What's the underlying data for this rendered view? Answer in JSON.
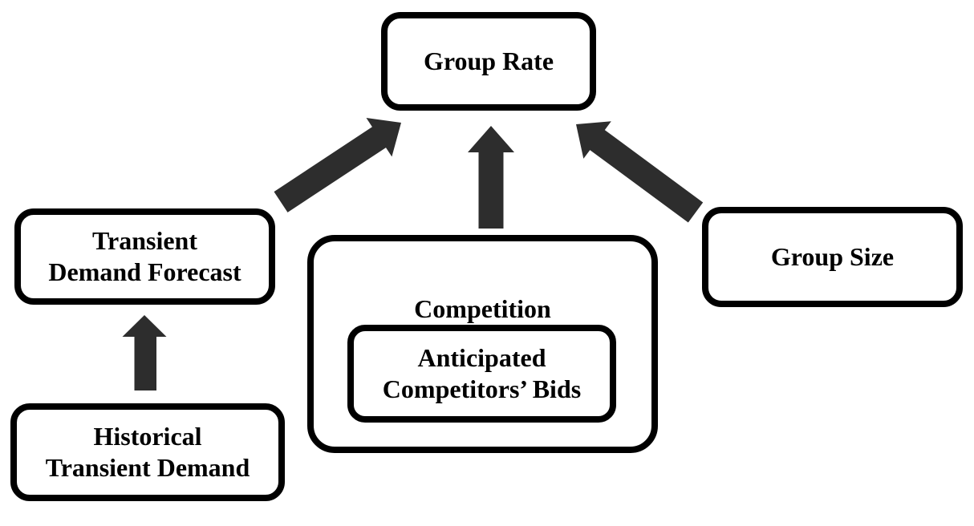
{
  "diagram": {
    "type": "flowchart",
    "background": "#ffffff",
    "nodes": {
      "group_rate": {
        "label": "Group Rate"
      },
      "transient_demand_forecast": {
        "label": "Transient\nDemand Forecast"
      },
      "competition": {
        "label": "Competition"
      },
      "anticipated_competitors_bids": {
        "label": "Anticipated\nCompetitors’ Bids"
      },
      "group_size": {
        "label": "Group Size"
      },
      "historical_transient_demand": {
        "label": "Historical\nTransient Demand"
      }
    },
    "edges": [
      {
        "from": "transient_demand_forecast",
        "to": "group_rate"
      },
      {
        "from": "competition",
        "to": "group_rate"
      },
      {
        "from": "group_size",
        "to": "group_rate"
      },
      {
        "from": "historical_transient_demand",
        "to": "transient_demand_forecast"
      }
    ],
    "containment": [
      {
        "parent": "competition",
        "child": "anticipated_competitors_bids"
      }
    ],
    "colors": {
      "box_border": "#000000",
      "box_fill": "#ffffff",
      "arrow": "#2d2d2d",
      "text": "#000000"
    }
  }
}
